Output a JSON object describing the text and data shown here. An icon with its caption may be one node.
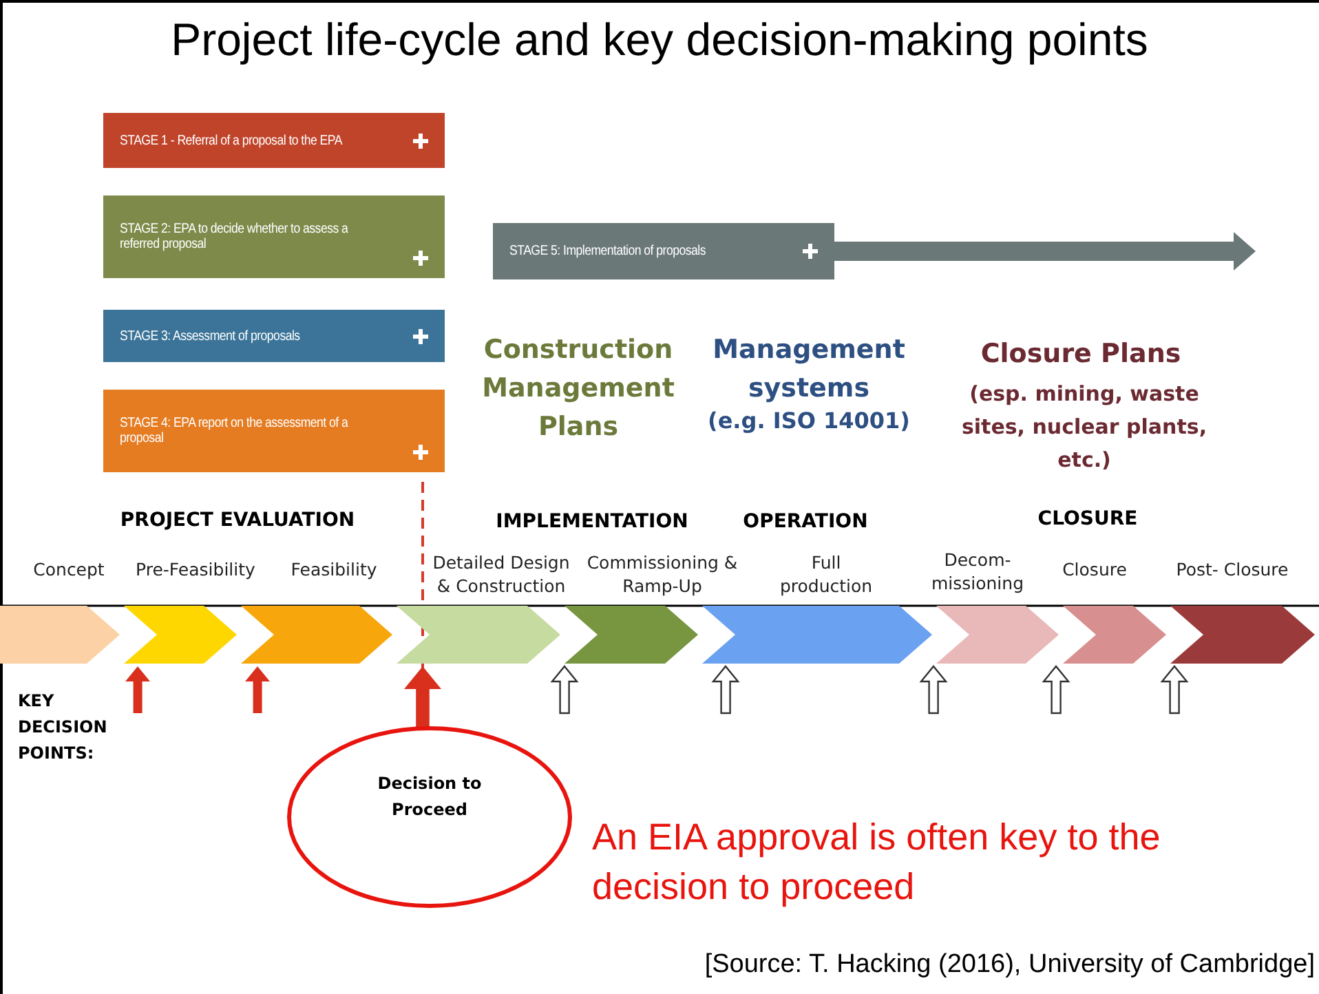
{
  "diagram": {
    "title": "Project life-cycle and key decision-making points",
    "nodes": [
      {
        "text": [
          "STAGE 1 - Referral of a proposal to the EPA"
        ]
      },
      {
        "text": [
          "STAGE 2: EPA to decide whether to assess a referred proposal"
        ]
      },
      {
        "text": [
          "STAGE 3: Assessment of proposals"
        ]
      },
      {
        "text": [
          "STAGE 4: EPA report on the assessment of a proposal"
        ]
      },
      {
        "text": [
          "STAGE 5: Implementation of proposals"
        ]
      },
      {
        "text": [],
        "shape": "chevron",
        "beside": [
          "Concept"
        ]
      },
      {
        "text": [],
        "shape": "chevron",
        "beside": [
          "Pre-Feasibility"
        ]
      },
      {
        "text": [],
        "shape": "chevron",
        "beside": [
          "Feasibility"
        ]
      },
      {
        "text": [],
        "shape": "chevron",
        "beside": [
          "Detailed Design & Construction"
        ]
      },
      {
        "text": [],
        "shape": "chevron",
        "beside": [
          "Commissioning & Ramp-Up"
        ]
      },
      {
        "text": [],
        "shape": "chevron",
        "beside": [
          "Full production"
        ]
      },
      {
        "text": [],
        "shape": "chevron",
        "beside": [
          "Decom- missioning"
        ]
      },
      {
        "text": [],
        "shape": "chevron",
        "beside": [
          "Closure"
        ]
      },
      {
        "text": [],
        "shape": "chevron",
        "beside": [
          "Post- Closure"
        ]
      },
      {
        "text": [
          "Decision to Proceed"
        ],
        "beside": [
          "An EIA approval is often key to the decision to proceed"
        ]
      }
    ],
    "edges": [
      {
        "from": null,
        "to": 6,
        "arrow": "to",
        "color": "#d9301e"
      },
      {
        "from": null,
        "to": 7,
        "arrow": "to",
        "color": "#d9301e"
      },
      {
        "from": 14,
        "to": 8,
        "arrow": "to",
        "color": "#d9301e",
        "style": "thick"
      },
      {
        "from": null,
        "to": 9,
        "arrow": "to"
      },
      {
        "from": null,
        "to": 10,
        "arrow": "to"
      },
      {
        "from": null,
        "to": 11,
        "arrow": "to"
      },
      {
        "from": null,
        "to": 11,
        "arrow": "to"
      },
      {
        "from": null,
        "to": 13,
        "arrow": "to"
      },
      {
        "from": 4,
        "to": null,
        "arrow": "to",
        "color": "#6b7878"
      }
    ],
    "labels": [
      "Construction Management Plans",
      "Management systems",
      "(e.g. ISO 14001)",
      "Closure Plans",
      "(esp. mining, waste sites, nuclear plants, etc.)",
      "PROJECT EVALUATION",
      "IMPLEMENTATION",
      "OPERATION",
      "CLOSURE",
      "KEY DECISION POINTS:",
      "[Source: T. Hacking (2016), University of Cambridge]"
    ]
  }
}
